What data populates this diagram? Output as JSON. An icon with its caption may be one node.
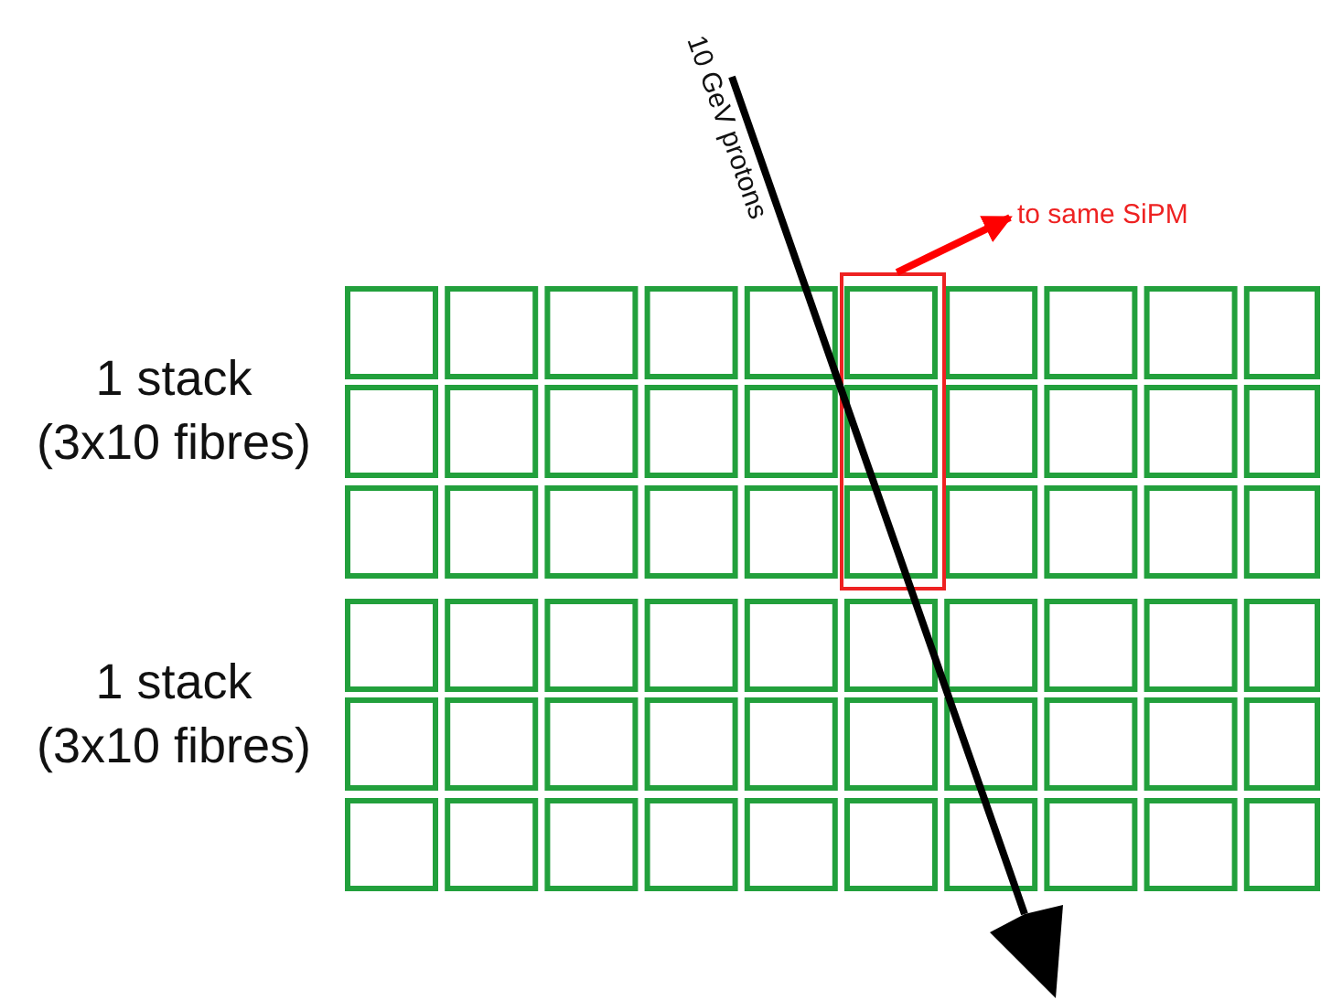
{
  "diagram": {
    "nodes": [
      {
        "text": [],
        "shape": "box"
      },
      {
        "text": [
          "to same SiPM"
        ]
      }
    ],
    "edges": [
      {
        "from": 0,
        "to": 1,
        "arrow": "to",
        "color": "#ff0000"
      }
    ],
    "labels": [
      "10 GeV protons",
      "1 stack (3x10 fibres)",
      "1 stack (3x10 fibres)"
    ]
  }
}
